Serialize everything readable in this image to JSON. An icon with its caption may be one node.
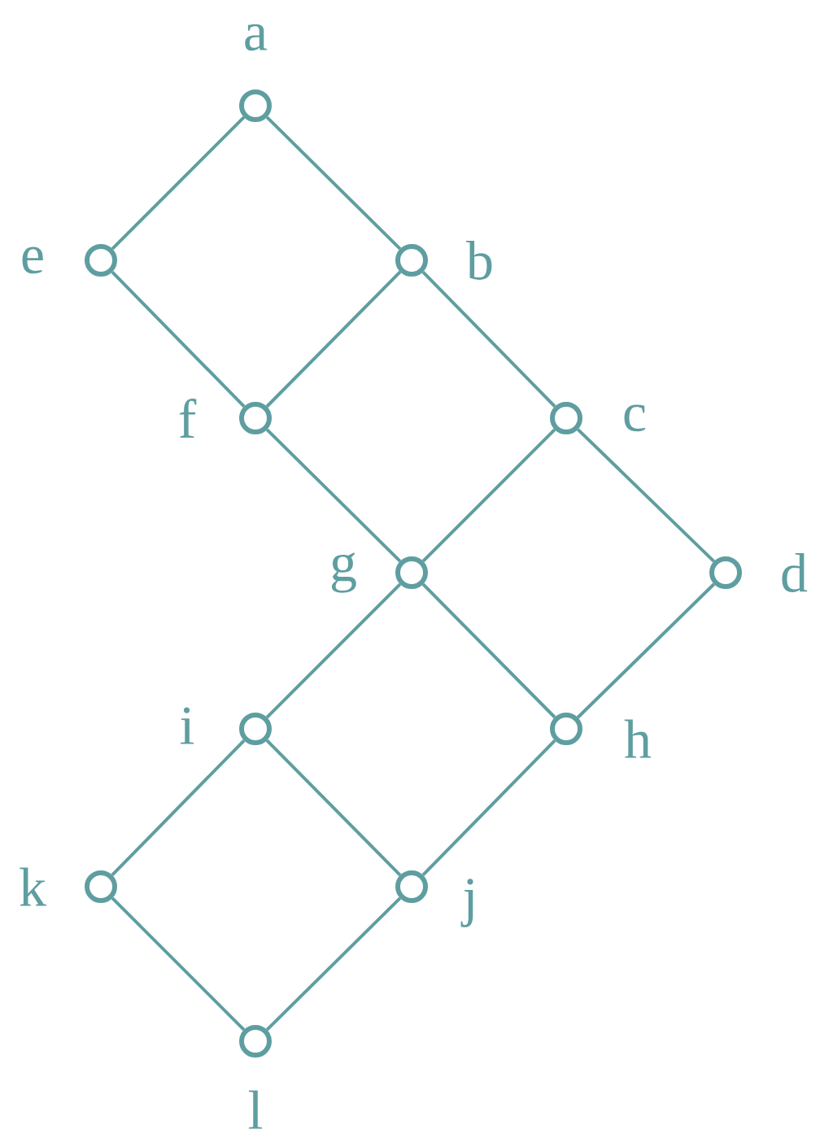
{
  "diagram": {
    "nodes": [
      {
        "text": [],
        "shape": "circle",
        "beside": [
          "a"
        ]
      },
      {
        "text": [],
        "shape": "circle",
        "beside": [
          "e"
        ]
      },
      {
        "text": [],
        "shape": "circle",
        "beside": [
          "b"
        ]
      },
      {
        "text": [],
        "shape": "circle",
        "beside": [
          "f"
        ]
      },
      {
        "text": [],
        "shape": "circle",
        "beside": [
          "c"
        ]
      },
      {
        "text": [],
        "shape": "circle",
        "beside": [
          "g"
        ]
      },
      {
        "text": [],
        "shape": "circle",
        "beside": [
          "d"
        ]
      },
      {
        "text": [],
        "shape": "circle",
        "beside": [
          "i"
        ]
      },
      {
        "text": [],
        "shape": "circle",
        "beside": [
          "h"
        ]
      },
      {
        "text": [],
        "shape": "circle",
        "beside": [
          "k"
        ]
      },
      {
        "text": [],
        "shape": "circle",
        "beside": [
          "j"
        ]
      },
      {
        "text": [],
        "shape": "circle",
        "beside": [
          "l"
        ]
      }
    ],
    "edges": [
      {
        "from": 0,
        "to": 1,
        "arrow": "none"
      },
      {
        "from": 0,
        "to": 2,
        "arrow": "none"
      },
      {
        "from": 1,
        "to": 3,
        "arrow": "none"
      },
      {
        "from": 2,
        "to": 3,
        "arrow": "none"
      },
      {
        "from": 2,
        "to": 4,
        "arrow": "none"
      },
      {
        "from": 3,
        "to": 5,
        "arrow": "none"
      },
      {
        "from": 4,
        "to": 5,
        "arrow": "none"
      },
      {
        "from": 4,
        "to": 6,
        "arrow": "none"
      },
      {
        "from": 5,
        "to": 7,
        "arrow": "none"
      },
      {
        "from": 5,
        "to": 8,
        "arrow": "none"
      },
      {
        "from": 6,
        "to": 8,
        "arrow": "none"
      },
      {
        "from": 7,
        "to": 9,
        "arrow": "none"
      },
      {
        "from": 7,
        "to": 10,
        "arrow": "none"
      },
      {
        "from": 8,
        "to": 10,
        "arrow": "none"
      },
      {
        "from": 9,
        "to": 11,
        "arrow": "none"
      },
      {
        "from": 10,
        "to": 11,
        "arrow": "none"
      }
    ]
  }
}
